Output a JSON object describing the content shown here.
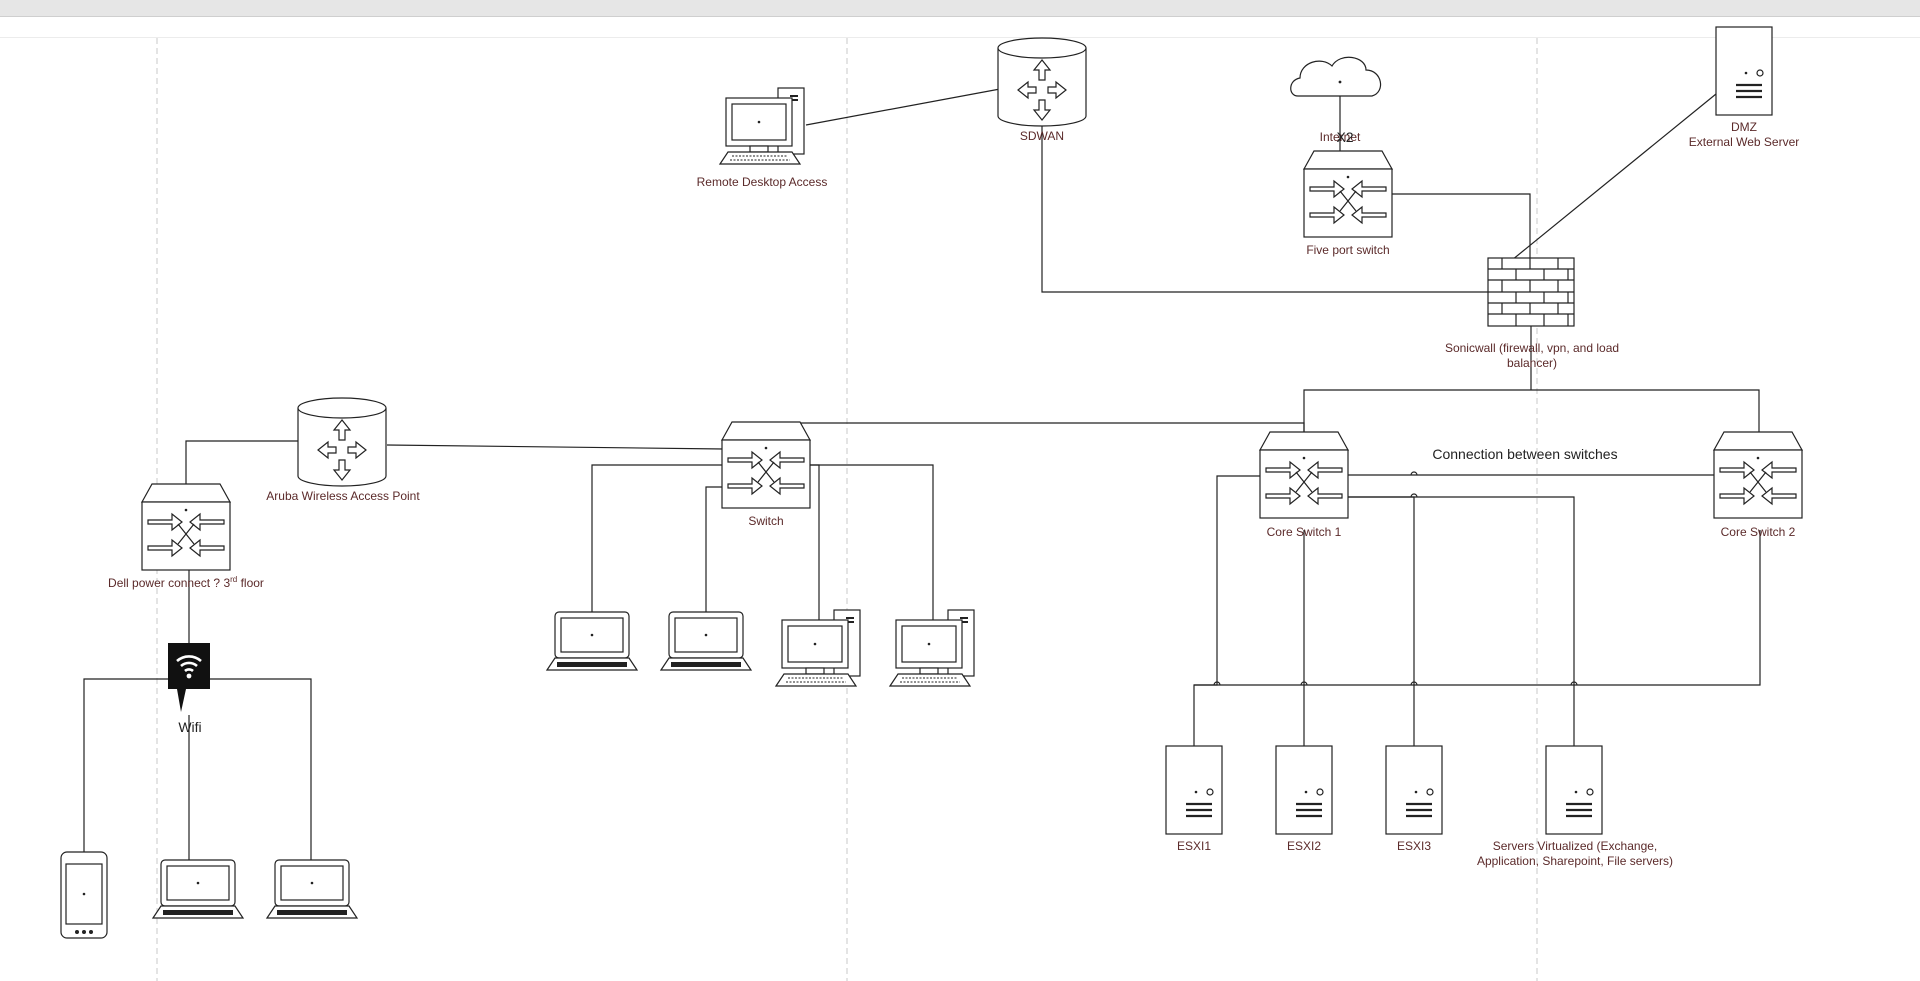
{
  "labels": {
    "sdwan": "SDWAN",
    "remote_desktop": "Remote Desktop Access",
    "internet": "Internet",
    "x2": "X2",
    "five_port_switch": "Five port switch",
    "dmz": "DMZ",
    "external_web_server": "External Web Server",
    "sonicwall_line1": "Sonicwall (firewall, vpn, and load",
    "sonicwall_line2": "balancer)",
    "aruba": "Aruba Wireless Access Point",
    "dell_main": "Dell power connect ? 3",
    "dell_sup": "rd",
    "dell_end": " floor",
    "switch": "Switch",
    "core1": "Core Switch 1",
    "core2": "Core Switch 2",
    "connection_between": "Connection between switches",
    "wifi": "Wifi",
    "esxi1": "ESXI1",
    "esxi2": "ESXI2",
    "esxi3": "ESXI3",
    "servers_line1": "Servers Virtualized (Exchange,",
    "servers_line2": "Application, Sharepoint, File servers)"
  },
  "icons": {
    "router": "router-icon",
    "switch": "switch-icon",
    "server": "server-icon",
    "laptop": "laptop-icon",
    "desktop": "desktop-icon",
    "firewall": "firewall-icon",
    "cloud": "cloud-icon",
    "wifi": "wifi-icon",
    "phone": "phone-icon"
  },
  "colors": {
    "label": "#5b2a2a",
    "stroke": "#222222",
    "guide": "#c8c8c8"
  }
}
